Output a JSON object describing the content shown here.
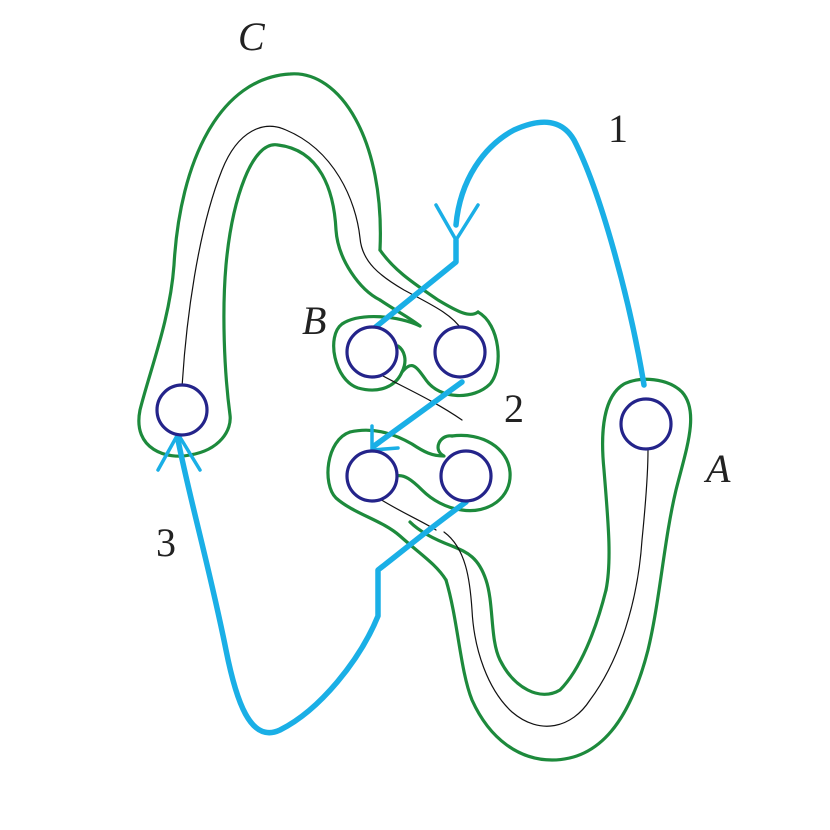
{
  "labels": {
    "c": "C",
    "b": "B",
    "a": "A",
    "n1": "1",
    "n2": "2",
    "n3": "3"
  },
  "colors": {
    "green": "#1d8a3c",
    "black": "#111111",
    "blue": "#1aafe6",
    "navy": "#24248a"
  }
}
